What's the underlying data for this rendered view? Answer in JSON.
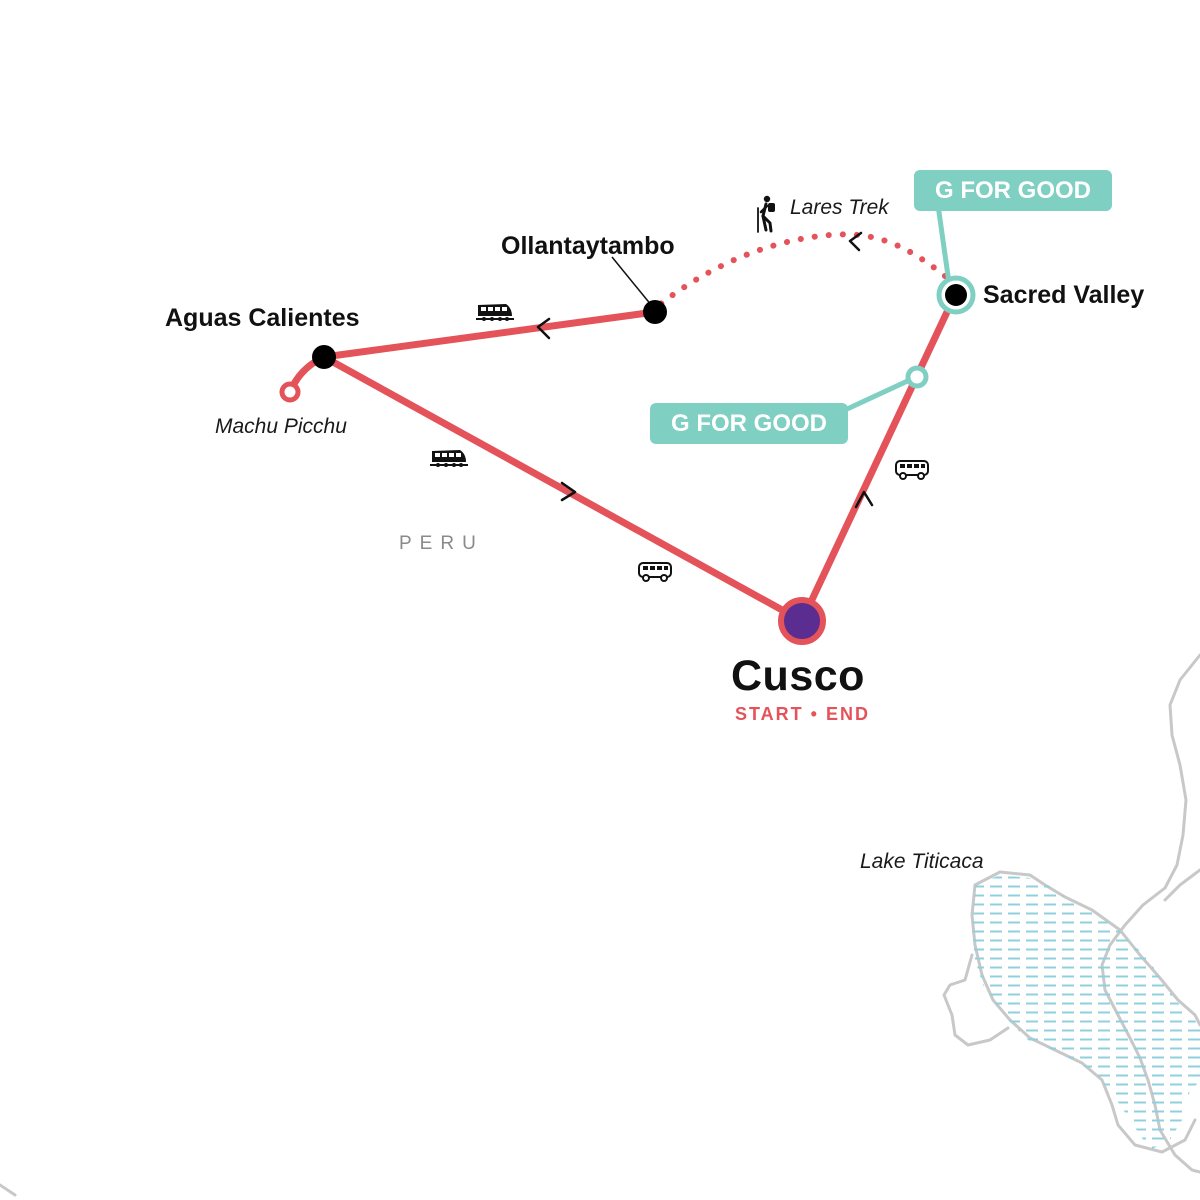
{
  "colors": {
    "route": "#e4525a",
    "teal": "#7fcfc2",
    "stop": "#000000",
    "start_fill": "#5b2d90",
    "lake_lines": "#8fd0dc",
    "border": "#c8c8c8"
  },
  "country": "PERU",
  "places": {
    "cusco": {
      "name": "Cusco",
      "sub": "START • END"
    },
    "sacred_valley": {
      "name": "Sacred Valley"
    },
    "ollantaytambo": {
      "name": "Ollantaytambo"
    },
    "aguas_calientes": {
      "name": "Aguas Calientes"
    },
    "machu_picchu": {
      "name": "Machu Picchu"
    },
    "lares_trek": {
      "name": "Lares Trek"
    },
    "lake_titicaca": {
      "name": "Lake Titicaca"
    }
  },
  "badges": {
    "top": "G FOR GOOD",
    "mid": "G FOR GOOD"
  },
  "icons": {
    "hiker": "hiker-icon",
    "train": "train-icon",
    "bus": "bus-icon"
  }
}
